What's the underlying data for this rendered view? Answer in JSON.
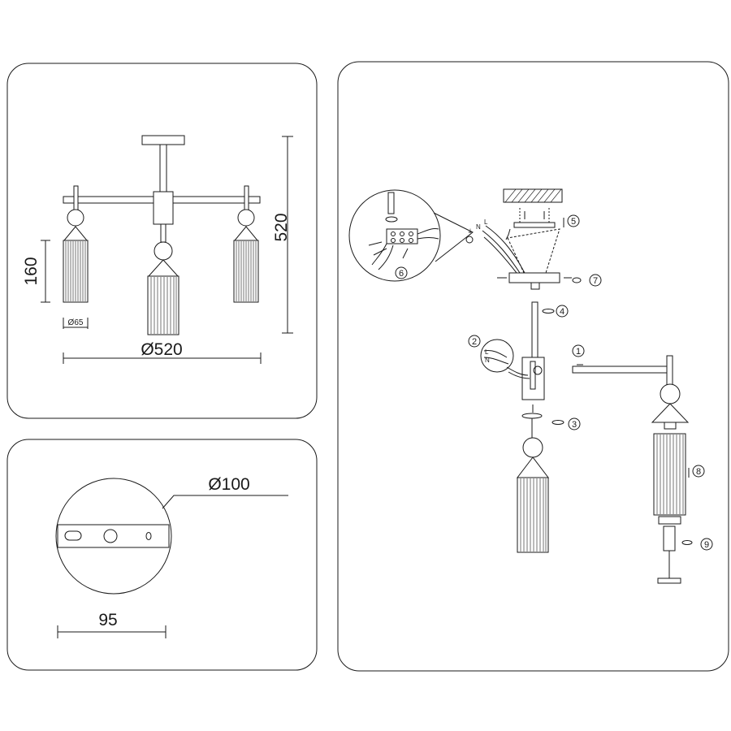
{
  "dimensions": {
    "height_total": "520",
    "height_shade": "160",
    "shade_diameter": "Ø65",
    "span_diameter": "Ø520",
    "canopy_diameter": "Ø100",
    "bracket_width": "95"
  },
  "steps": [
    "1",
    "2",
    "3",
    "4",
    "5",
    "6",
    "7",
    "8",
    "9"
  ],
  "wire_labels": {
    "neutral": "N",
    "live": "L",
    "earth": "⏚",
    "conn_a": "L",
    "conn_b": "N"
  }
}
